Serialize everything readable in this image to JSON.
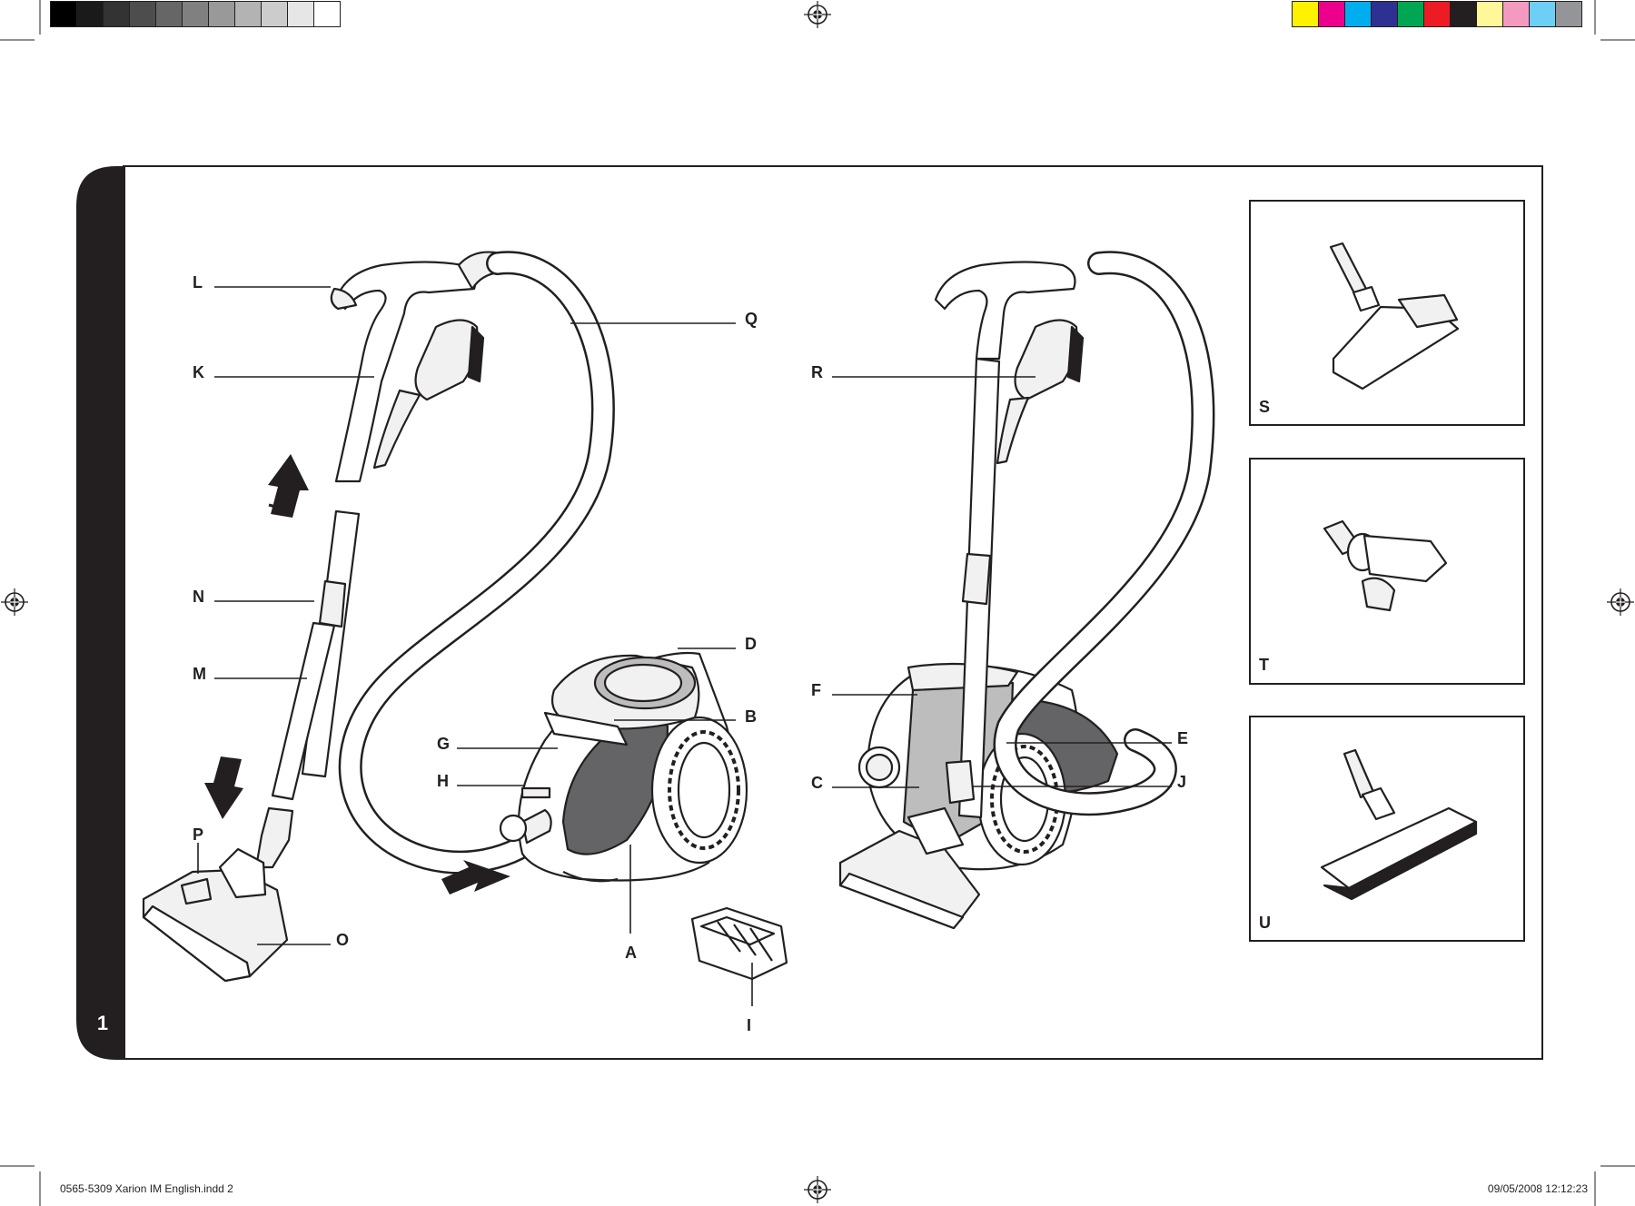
{
  "page": {
    "number": "1",
    "slug_left": "0565-5309 Xarion IM English.indd   2",
    "slug_right": "09/05/2008   12:12:23"
  },
  "colors": {
    "ink": "#231f20",
    "tab": "#231f20",
    "gray_panel": "#646466",
    "light_fill": "#f1f1f1",
    "mid_fill": "#bdbdbd",
    "gray_ramp": [
      "#000000",
      "#1a1a1a",
      "#333333",
      "#4d4d4d",
      "#666666",
      "#808080",
      "#999999",
      "#b3b3b3",
      "#cccccc",
      "#e6e6e6",
      "#ffffff"
    ],
    "process": [
      "#fff200",
      "#ec008c",
      "#00aeef",
      "#2e3192",
      "#00a651",
      "#ed1c24",
      "#231f20",
      "#fff799",
      "#f49ac1",
      "#6dcff6",
      "#939598"
    ]
  },
  "callouts": {
    "A": "A",
    "B": "B",
    "C": "C",
    "D": "D",
    "E": "E",
    "F": "F",
    "G": "G",
    "H": "H",
    "I": "I",
    "J": "J",
    "K": "K",
    "L": "L",
    "M": "M",
    "N": "N",
    "O": "O",
    "P": "P",
    "Q": "Q",
    "R": "R",
    "S": "S",
    "T": "T",
    "U": "U"
  },
  "icons": {
    "registration": "registration-mark-icon",
    "arrow_up": "arrow-up-icon",
    "arrow_down": "arrow-down-icon",
    "arrow_diagonal": "arrow-diagonal-icon"
  }
}
